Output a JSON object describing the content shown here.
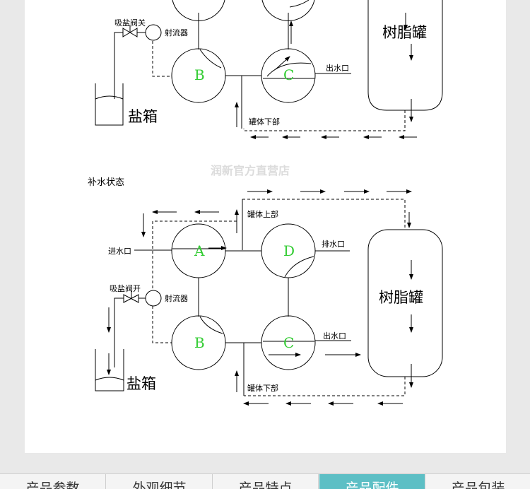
{
  "diagram_top": {
    "tank_label": "树脂罐",
    "salt_box_label": "盐箱",
    "salt_valve_label": "吸盐阀关",
    "ejector_label": "射流器",
    "outlet_label": "出水口",
    "tank_bottom_label": "罐体下部",
    "valve_b": "B",
    "valve_c": "C"
  },
  "watermark": "润新官方直营店",
  "diagram_bottom": {
    "title": "补水状态",
    "tank_label": "树脂罐",
    "salt_box_label": "盐箱",
    "salt_valve_label": "吸盐阀开",
    "ejector_label": "射流器",
    "inlet_label": "进水口",
    "drain_label": "排水口",
    "outlet_label": "出水口",
    "tank_top_label": "罐体上部",
    "tank_bottom_label": "罐体下部",
    "valve_a": "A",
    "valve_b": "B",
    "valve_c": "C",
    "valve_d": "D"
  },
  "tabs": [
    {
      "label": "产品参数",
      "active": false
    },
    {
      "label": "外观细节",
      "active": false
    },
    {
      "label": "产品特点",
      "active": false
    },
    {
      "label": "产品配件",
      "active": true
    },
    {
      "label": "产品包装",
      "active": false
    }
  ],
  "colors": {
    "valve_letter": "#33cc33",
    "active_tab": "#5dbfc5",
    "watermark": "#dcdcdc"
  }
}
